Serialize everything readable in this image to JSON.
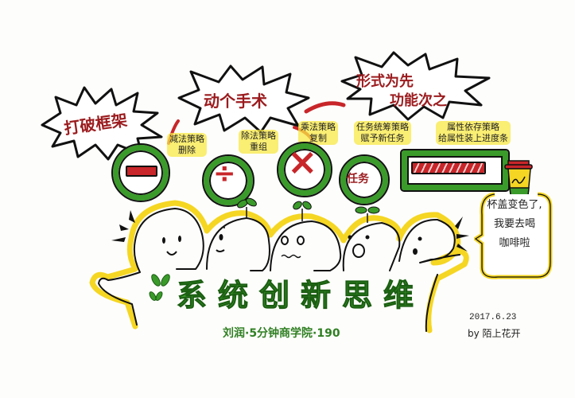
{
  "bursts": [
    {
      "text": "打破框架"
    },
    {
      "text": "动个手术"
    },
    {
      "line1": "形式为先",
      "line2": "功能次之"
    }
  ],
  "strategies": [
    {
      "line1": "减法策略",
      "line2": "删除",
      "symbol": "−"
    },
    {
      "line1": "除法策略",
      "line2": "重组",
      "symbol": "÷"
    },
    {
      "line1": "乘法策略",
      "line2": "复制",
      "symbol": "×"
    },
    {
      "line1": "任务统筹策略",
      "line2": "赋予新任务",
      "symbol": "任务"
    },
    {
      "line1": "属性依存策略",
      "line2": "给属性装上进度条",
      "symbol": "progress-bar"
    }
  ],
  "speech_bubble": {
    "line1": "杯盖变色了,",
    "line2": "我要去喝",
    "line3": "咖啡啦"
  },
  "title": "系统创新思维",
  "subtitle": "刘润·5分钟商学院·190",
  "date": "2017.6.23",
  "author": "by 陌上花开",
  "colors": {
    "green": "#3a9a2a",
    "red": "#c8262a",
    "dark_red": "#9b1b1e",
    "yellow": "#f5d622",
    "ink": "#111111"
  }
}
